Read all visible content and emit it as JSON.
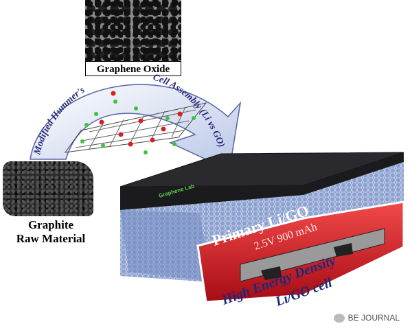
{
  "top_image": {
    "label": "Graphene Oxide"
  },
  "left_image": {
    "label_line1": "Graphite",
    "label_line2": "Raw Material"
  },
  "arrow": {
    "left_text": "Modified Hummer's",
    "right_text": "Cell Assembly (Li vs GO)"
  },
  "battery": {
    "title": "Primary Li/GO",
    "spec": "2.5V 900 mAh",
    "logo_text": "Graphene Lab"
  },
  "caption": {
    "line1": "High Energy Density",
    "line2": "Li/GO cell"
  },
  "watermark": {
    "text": "BE JOURNAL"
  },
  "colors": {
    "accent_red": "#d8141c",
    "arrow_fill": "#cfd8ef",
    "caption_blue": "#1a2a7a"
  }
}
